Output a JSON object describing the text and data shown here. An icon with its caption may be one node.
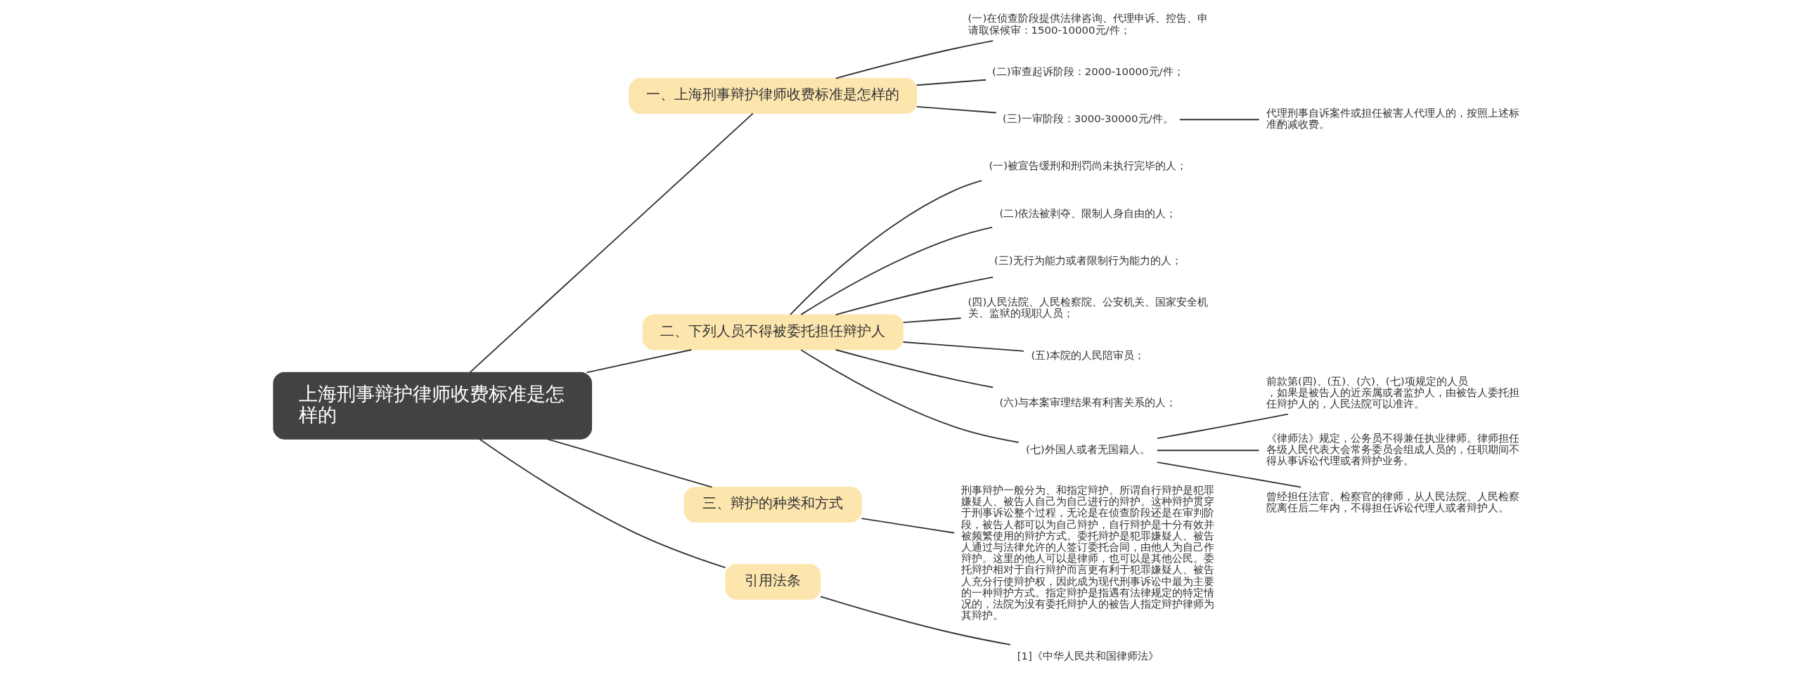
{
  "diagram": {
    "nodes": [
      {
        "text": [
          "上海刑事辩护律师收费标准是怎样的"
        ]
      },
      {
        "text": [
          "一、上海刑事辩护律师收费标准是怎样的"
        ]
      },
      {
        "text": [
          "(一)在侦查阶段提供法律咨询、代理申诉、控告、申请取保候审：1500-10000元/件；"
        ]
      },
      {
        "text": [
          "(二)审查起诉阶段：2000-10000元/件；"
        ]
      },
      {
        "text": [
          "(三)一审阶段：3000-30000元/件。"
        ]
      },
      {
        "text": [
          "代理刑事自诉案件或担任被害人代理人的，按照上述标准酌减收费。"
        ]
      },
      {
        "text": [
          "二、下列人员不得被委托担任辩护人"
        ]
      },
      {
        "text": [
          "(一)被宣告缓刑和刑罚尚未执行完毕的人；"
        ]
      },
      {
        "text": [
          "(二)依法被剥夺、限制人身自由的人；"
        ]
      },
      {
        "text": [
          "(三)无行为能力或者限制行为能力的人；"
        ]
      },
      {
        "text": [
          "(四)人民法院、人民检察院、公安机关、国家安全机关、监狱的现职人员；"
        ]
      },
      {
        "text": [
          "(五)本院的人民陪审员；"
        ]
      },
      {
        "text": [
          "(六)与本案审理结果有利害关系的人；"
        ]
      },
      {
        "text": [
          "(七)外国人或者无国籍人。"
        ]
      },
      {
        "text": [
          "前款第(四)、(五)、(六)、(七)项规定的人员，如果是被告人的近亲属或者监护人，由被告人委托担任辩护人的，人民法院可以准许。"
        ]
      },
      {
        "text": [
          "《律师法》规定，公务员不得兼任执业律师。律师担任各级人民代表大会常务委员会组成人员的，任职期间不得从事诉讼代理或者辩护业务。"
        ]
      },
      {
        "text": [
          "曾经担任法官、检察官的律师，从人民法院、人民检察院离任后二年内，不得担任诉讼代理人或者辩护人。"
        ]
      },
      {
        "text": [
          "三、辩护的种类和方式"
        ]
      },
      {
        "text": [
          "刑事辩护一般分为、和指定辩护。所谓自行辩护是犯罪嫌疑人、被告人自己为自己进行的辩护。这种辩护贯穿于刑事诉讼整个过程，无论是在侦查阶段还是在审判阶段，被告人都可以为自己辩护，自行辩护是十分有效并被频繁使用的辩护方式。委托辩护是犯罪嫌疑人、被告人通过与法律允许的人签订委托合同，由他人为自己作辩护。这里的他人可以是律师，也可以是其他公民。委托辩护相对于自行辩护而言更有利于犯罪嫌疑人、被告人充分行使辩护权，因此成为现代刑事诉讼中最为主要的一种辩护方式。指定辩护是指遇有法律规定的特定情况的，法院为没有委托辩护人的被告人指定辩护律师为其辩护。"
        ]
      },
      {
        "text": [
          "引用法条"
        ]
      },
      {
        "text": [
          "[1]《中华人民共和国律师法》"
        ]
      }
    ],
    "edges": [
      {
        "from": 0,
        "to": 1,
        "arrow": "none"
      },
      {
        "from": 1,
        "to": 2,
        "arrow": "none"
      },
      {
        "from": 1,
        "to": 3,
        "arrow": "none"
      },
      {
        "from": 1,
        "to": 4,
        "arrow": "none"
      },
      {
        "from": 4,
        "to": 5,
        "arrow": "none"
      },
      {
        "from": 0,
        "to": 6,
        "arrow": "none"
      },
      {
        "from": 6,
        "to": 7,
        "arrow": "none"
      },
      {
        "from": 6,
        "to": 8,
        "arrow": "none"
      },
      {
        "from": 6,
        "to": 9,
        "arrow": "none"
      },
      {
        "from": 6,
        "to": 10,
        "arrow": "none"
      },
      {
        "from": 6,
        "to": 11,
        "arrow": "none"
      },
      {
        "from": 6,
        "to": 12,
        "arrow": "none"
      },
      {
        "from": 6,
        "to": 13,
        "arrow": "none"
      },
      {
        "from": 13,
        "to": 14,
        "arrow": "none"
      },
      {
        "from": 13,
        "to": 15,
        "arrow": "none"
      },
      {
        "from": 13,
        "to": 16,
        "arrow": "none"
      },
      {
        "from": 0,
        "to": 17,
        "arrow": "none"
      },
      {
        "from": 17,
        "to": 18,
        "arrow": "none"
      },
      {
        "from": 0,
        "to": 19,
        "arrow": "none"
      },
      {
        "from": 19,
        "to": 20,
        "arrow": "none"
      }
    ]
  }
}
